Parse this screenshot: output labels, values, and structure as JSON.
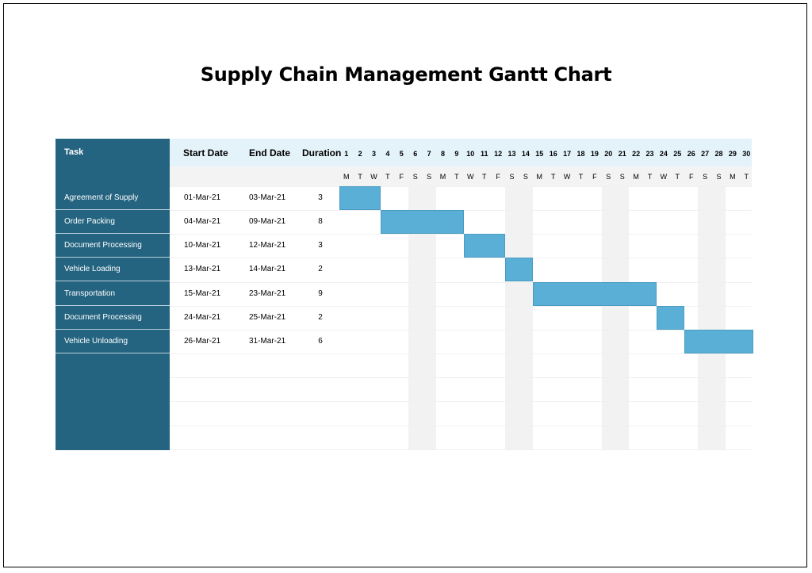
{
  "title": "Supply Chain Management Gantt Chart",
  "headers": {
    "task": "Task",
    "start": "Start Date",
    "end": "End Date",
    "duration": "Duration"
  },
  "days": [
    "1",
    "2",
    "3",
    "4",
    "5",
    "6",
    "7",
    "8",
    "9",
    "10",
    "11",
    "12",
    "13",
    "14",
    "15",
    "16",
    "17",
    "18",
    "19",
    "20",
    "21",
    "22",
    "23",
    "24",
    "25",
    "26",
    "27",
    "28",
    "29",
    "30"
  ],
  "weekdays": [
    "M",
    "T",
    "W",
    "T",
    "F",
    "S",
    "S",
    "M",
    "T",
    "W",
    "T",
    "F",
    "S",
    "S",
    "M",
    "T",
    "W",
    "T",
    "F",
    "S",
    "S",
    "M",
    "T",
    "W",
    "T",
    "F",
    "S",
    "S",
    "M",
    "T"
  ],
  "colors": {
    "task_column": "#246480",
    "header_band": "#e4f2fa",
    "bar": "#5aafd6",
    "weekend": "#f2f2f2"
  },
  "tasks": [
    {
      "name": "Agreement of Supply",
      "start": "01-Mar-21",
      "end": "03-Mar-21",
      "duration": "3"
    },
    {
      "name": "Order Packing",
      "start": "04-Mar-21",
      "end": "09-Mar-21",
      "duration": "8"
    },
    {
      "name": "Document Processing",
      "start": "10-Mar-21",
      "end": "12-Mar-21",
      "duration": "3"
    },
    {
      "name": "Vehicle Loading",
      "start": "13-Mar-21",
      "end": "14-Mar-21",
      "duration": "2"
    },
    {
      "name": "Transportation",
      "start": "15-Mar-21",
      "end": "23-Mar-21",
      "duration": "9"
    },
    {
      "name": "Document Processing",
      "start": "24-Mar-21",
      "end": "25-Mar-21",
      "duration": "2"
    },
    {
      "name": "Vehicle Unloading",
      "start": "26-Mar-21",
      "end": "31-Mar-21",
      "duration": "6"
    }
  ]
}
